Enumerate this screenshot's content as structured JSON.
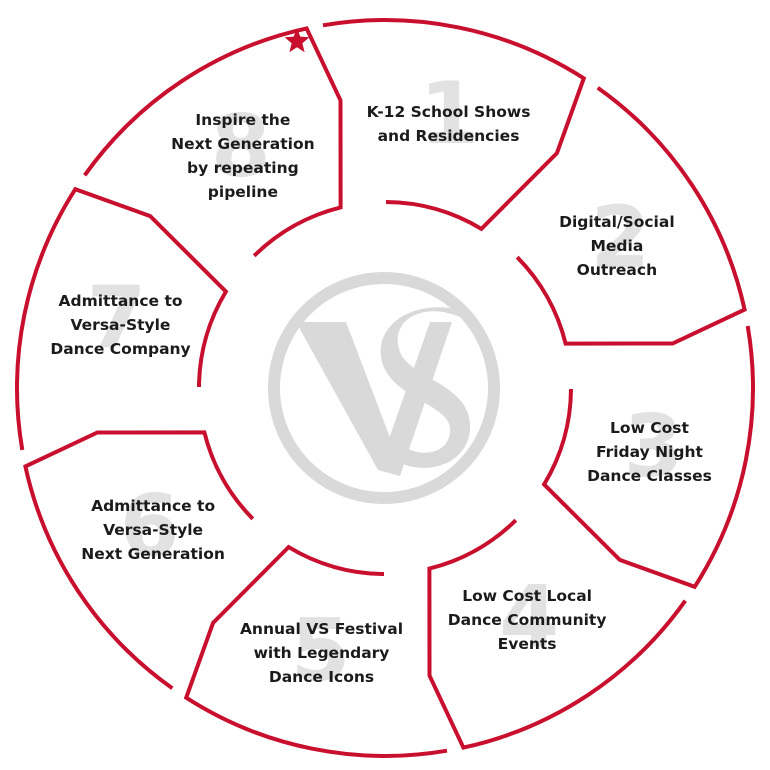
{
  "diagram": {
    "accent_color": "#c8102e",
    "number_color": "#e2e2e2",
    "logo_color": "#d9d9d9",
    "start_marker": "star-icon",
    "logo": {
      "text": "VS",
      "icon": "vs-logo-icon"
    },
    "steps": [
      {
        "number": "1",
        "lines": [
          "K-12 School Shows",
          "and Residencies"
        ]
      },
      {
        "number": "2",
        "lines": [
          "Digital/Social",
          "Media",
          "Outreach"
        ]
      },
      {
        "number": "3",
        "lines": [
          "Low Cost",
          "Friday Night",
          "Dance Classes"
        ]
      },
      {
        "number": "4",
        "lines": [
          "Low Cost Local",
          "Dance Community",
          "Events"
        ]
      },
      {
        "number": "5",
        "lines": [
          "Annual VS Festival",
          "with Legendary",
          "Dance Icons"
        ]
      },
      {
        "number": "6",
        "lines": [
          "Admittance to",
          "Versa-Style",
          "Next Generation"
        ]
      },
      {
        "number": "7",
        "lines": [
          "Admittance to",
          "Versa-Style",
          "Dance Company"
        ]
      },
      {
        "number": "8",
        "lines": [
          "Inspire the",
          "Next Generation",
          "by repeating",
          "pipeline"
        ]
      }
    ]
  }
}
